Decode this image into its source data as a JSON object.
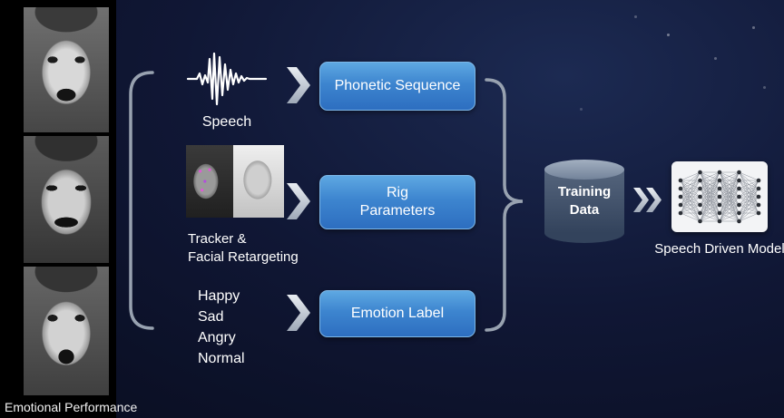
{
  "caption": "Emotional Performance",
  "inputs": {
    "speech_label": "Speech",
    "tracker_label": "Tracker &\nFacial Retargeting",
    "emotions": [
      "Happy",
      "Sad",
      "Angry",
      "Normal"
    ]
  },
  "boxes": {
    "phonetic": "Phonetic Sequence",
    "rig": "Rig\nParameters",
    "emotion": "Emotion Label"
  },
  "training_data_label": "Training\nData",
  "model_label": "Speech Driven Model",
  "colors": {
    "background": "#101735",
    "background_hi": "#1c2a52",
    "box_top": "#5ea8e2",
    "box_bottom": "#2d6ec0",
    "bracket": "#98a2b0",
    "chevron": "#9fa9b8",
    "cyl_top": "#a2afc0",
    "cyl_body": "#55657d"
  }
}
